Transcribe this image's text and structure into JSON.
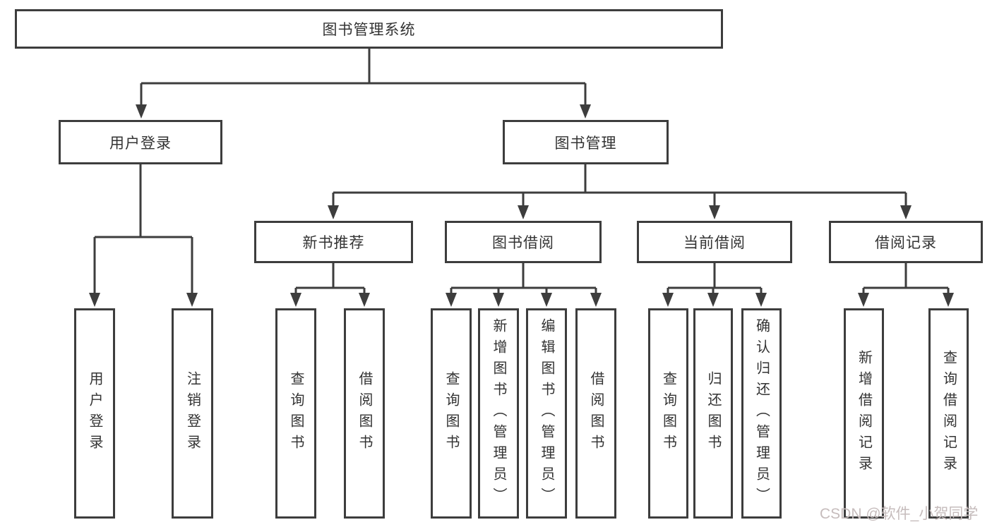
{
  "nodes": {
    "root": "图书管理系统",
    "user_login": "用户登录",
    "book_management": "图书管理",
    "new_book_recommend": "新书推荐",
    "book_borrow": "图书借阅",
    "current_borrow": "当前借阅",
    "borrow_record": "借阅记录",
    "login_user_login": "用户登录",
    "login_logout": "注销登录",
    "recommend_query_book": "查询图书",
    "recommend_borrow_book": "借阅图书",
    "borrow_query_book": "查询图书",
    "borrow_add_book": "新增图书（管理员）",
    "borrow_edit_book": "编辑图书（管理员）",
    "borrow_borrow_book": "借阅图书",
    "current_query_book": "查询图书",
    "current_return_book": "归还图书",
    "current_confirm_return": "确认归还（管理员）",
    "record_add_record": "新增借阅记录",
    "record_query_record": "查询借阅记录"
  },
  "watermark": "CSDN @软件_小贺同学",
  "colors": {
    "line": "#3d3d3d",
    "text": "#333333",
    "watermark": "#c6bcbc",
    "background": "#ffffff"
  }
}
